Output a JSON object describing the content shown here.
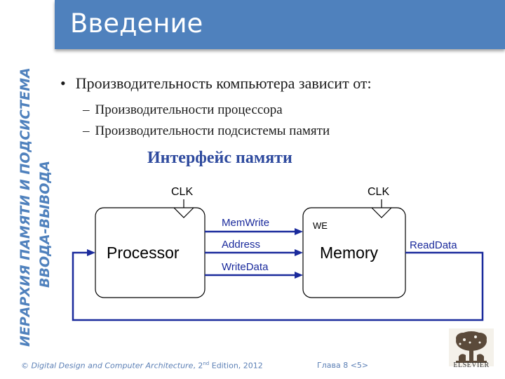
{
  "sidebar": {
    "line1": "ИЕРАРХИЯ ПАМЯТИ И ПОДСИСТЕМА",
    "line2": "ВВОДА-ВЫВОДА"
  },
  "header": {
    "title": "Введение"
  },
  "content": {
    "bullet": "Производительность компьютера зависит от:",
    "bullet_marker": "•",
    "sub_marker": "–",
    "sub_items": [
      "Производительности процессора",
      "Производительности подсистемы памяти"
    ]
  },
  "diagram": {
    "title": "Интерфейс памяти",
    "clk_left": "CLK",
    "clk_right": "CLK",
    "processor_label": "Processor",
    "memory_label": "Memory",
    "we_label": "WE",
    "signals": [
      "MemWrite",
      "Address",
      "WriteData"
    ],
    "read_data": "ReadData",
    "colors": {
      "wire": "#1a2a9c",
      "title": "#2e4a9e"
    }
  },
  "footer": {
    "copyright": "©",
    "book_title": "Digital Design and Computer Architecture",
    "edition_prefix": ", 2",
    "edition_sup": "nd",
    "edition_suffix": " Edition, 2012",
    "chapter": "Глава 8 <5>"
  },
  "logo": {
    "publisher": "ELSEVIER",
    "logo_icon": "tree-icon"
  }
}
